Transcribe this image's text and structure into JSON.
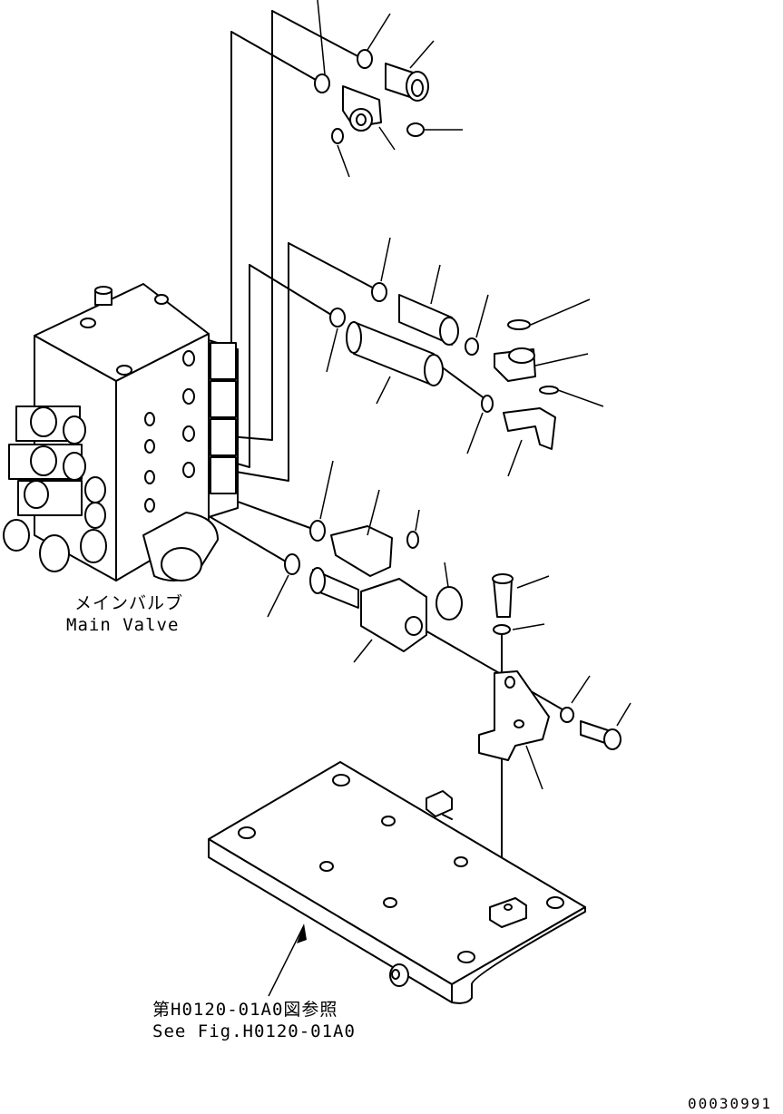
{
  "main_valve_label_jp": "メインバルブ",
  "main_valve_label_en": "Main Valve",
  "reference_label_jp": "第H0120-01A0図参照",
  "reference_label_en": "See Fig.H0120-01A0",
  "drawing_number": "00030991"
}
